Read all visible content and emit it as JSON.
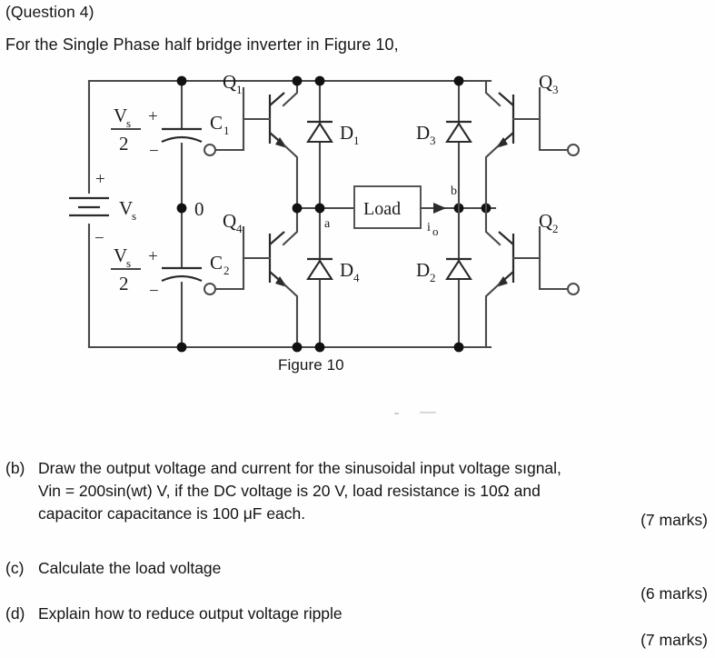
{
  "document": {
    "question_heading": "(Question 4)",
    "intro_line": "For the Single Phase half bridge inverter in Figure 10,",
    "figure_caption": "Figure 10"
  },
  "figure": {
    "caption": "Figure 10",
    "load_label": "Load",
    "node_zero_label": "0",
    "node_a_label": "a",
    "node_b_label": "b",
    "current_label": "i",
    "current_sub": "o",
    "source_label": "V",
    "source_sub": "s",
    "source_plus": "+",
    "source_minus": "−",
    "cap_top": {
      "voltage_num": "V",
      "voltage_sub": "s",
      "voltage_den": "2",
      "plus": "+",
      "minus": "−",
      "name": "C",
      "name_sub": "1"
    },
    "cap_bottom": {
      "voltage_num": "V",
      "voltage_sub": "s",
      "voltage_den": "2",
      "plus": "+",
      "minus": "−",
      "name": "C",
      "name_sub": "2"
    },
    "transistors": [
      {
        "name": "Q",
        "sub": "1",
        "position": "top-left"
      },
      {
        "name": "Q",
        "sub": "4",
        "position": "bottom-left"
      },
      {
        "name": "Q",
        "sub": "3",
        "position": "top-right"
      },
      {
        "name": "Q",
        "sub": "2",
        "position": "bottom-right"
      }
    ],
    "diodes": [
      {
        "name": "D",
        "sub": "1",
        "position": "top-left"
      },
      {
        "name": "D",
        "sub": "4",
        "position": "bottom-left"
      },
      {
        "name": "D",
        "sub": "3",
        "position": "top-right"
      },
      {
        "name": "D",
        "sub": "2",
        "position": "bottom-right"
      }
    ]
  },
  "questions": [
    {
      "id": "b",
      "label": "(b)",
      "text": "Draw the output voltage and current for the sinusoidal input voltage sıgnal,\nVin = 200sin(wt) V, if the DC voltage is 20 V, load resistance is 10Ω and\ncapacitor capacitance is 100 μF each.",
      "marks": "(7 marks)"
    },
    {
      "id": "c",
      "label": "(c)",
      "text": "Calculate the load voltage",
      "marks": "(6 marks)"
    },
    {
      "id": "d",
      "label": "(d)",
      "text": "Explain how to reduce output voltage ripple",
      "marks": "(7 marks)"
    }
  ],
  "colors": {
    "ink": "#161616",
    "wire": "#4a4a4a",
    "symbol": "#2b2b2b",
    "background": "#fefefe"
  }
}
